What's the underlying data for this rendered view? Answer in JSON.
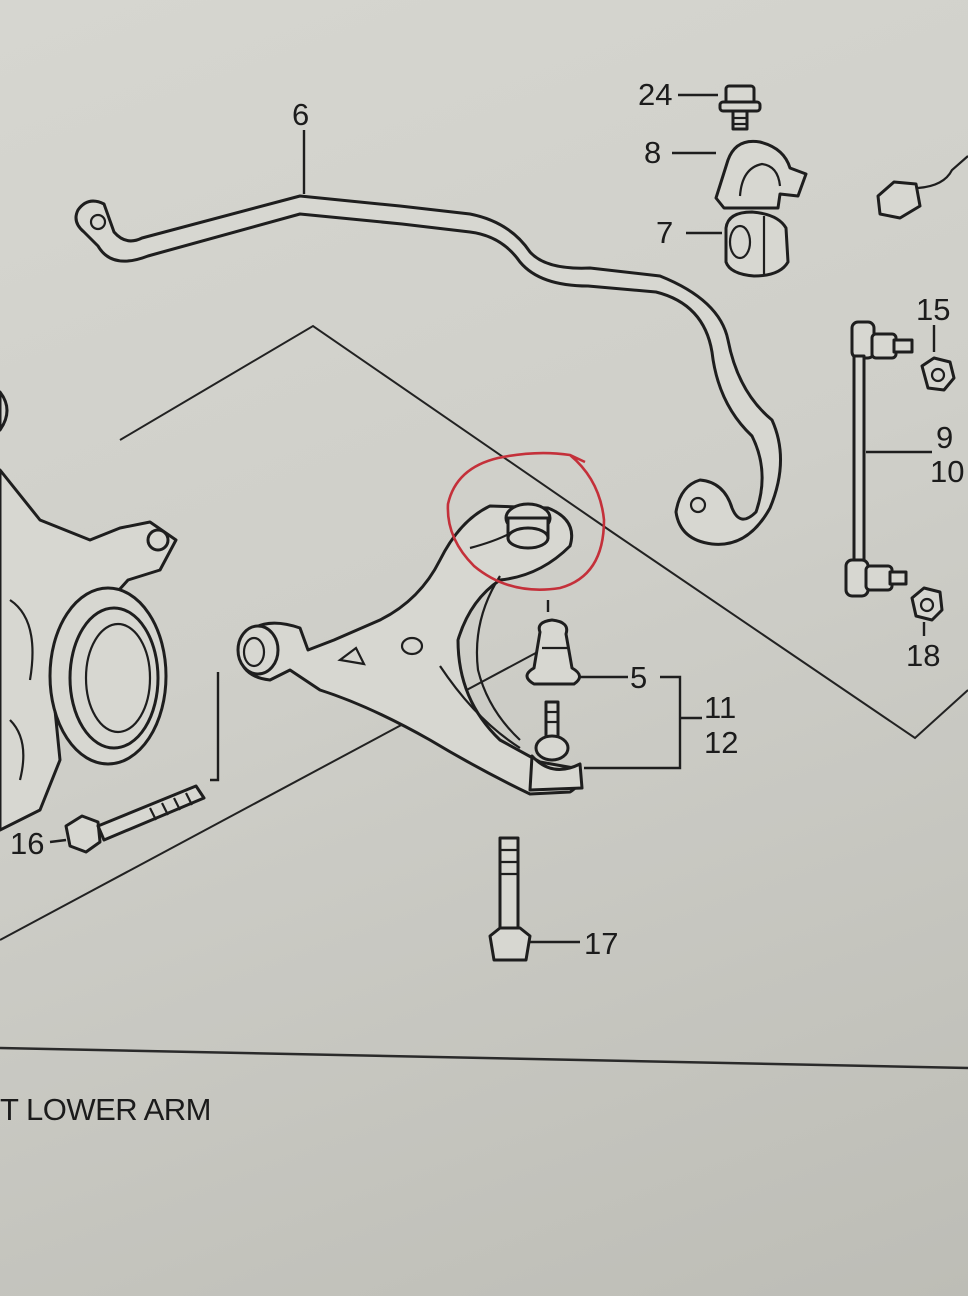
{
  "section_title": "T LOWER ARM",
  "highlight_color": "#c4303a",
  "callouts": {
    "c6": "6",
    "c24": "24",
    "c8": "8",
    "c7": "7",
    "c15": "15",
    "c9": "9",
    "c10": "10",
    "c18": "18",
    "c5": "5",
    "c11": "11",
    "c12": "12",
    "c16": "16",
    "c17": "17"
  }
}
